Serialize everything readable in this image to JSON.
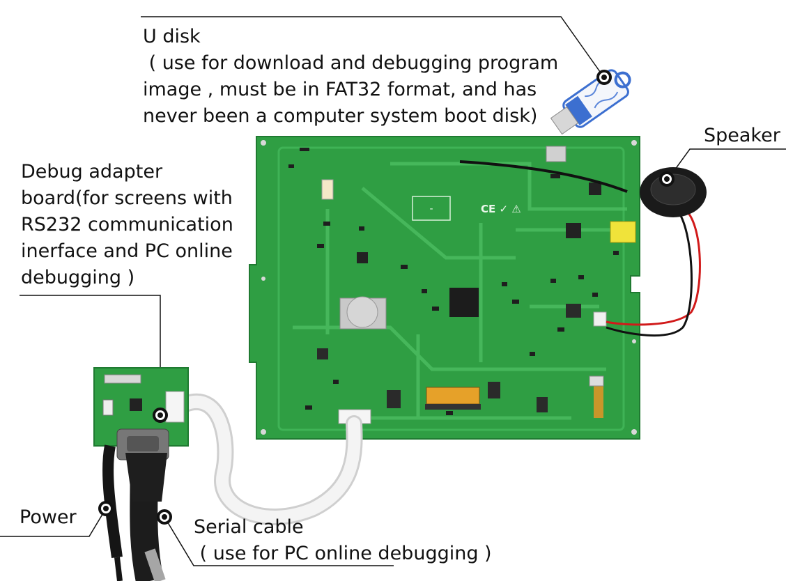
{
  "labels": {
    "udisk": {
      "title": "U disk",
      "desc_line1": " ( use for download and debugging program",
      "desc_line2": "image , must be in FAT32 format, and has",
      "desc_line3": "never been a computer system boot disk)"
    },
    "debug_adapter": {
      "line1": "Debug adapter",
      "line2": "board(for screens with",
      "line3": "RS232 communication",
      "line4": "inerface and PC online",
      "line5": "debugging )"
    },
    "speaker": "Speaker",
    "power": "Power",
    "serial_cable": {
      "line1": "Serial cable",
      "line2": " ( use for PC online debugging )"
    }
  },
  "board": {
    "silkscreen_logos": "CE ✓ ⚠",
    "small_box_mark": "-"
  },
  "colors": {
    "pcb_green": "#2f9e43",
    "pcb_trace": "#37ab4b",
    "pcb_dark": "#238237",
    "ribbon_cable": "#f2f2f2",
    "usb_blue": "#3c6fd0",
    "speaker_black": "#1a1a1a",
    "wire_red": "#d11a1a",
    "callout_line": "#111111"
  }
}
